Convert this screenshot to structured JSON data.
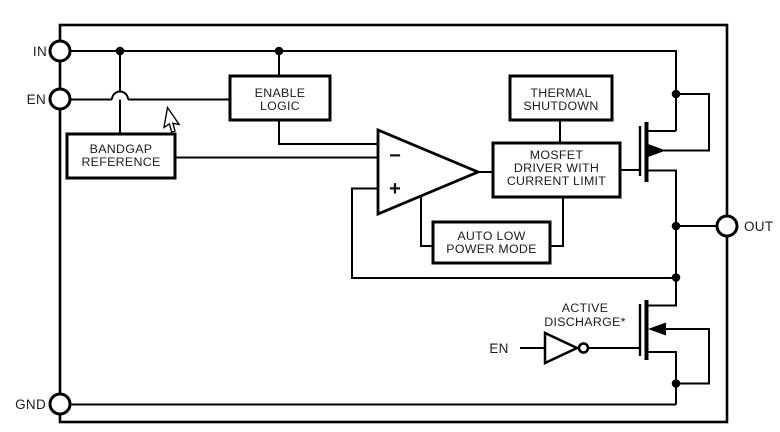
{
  "colors": {
    "line": "#000000",
    "text": "#1c1c1c",
    "background": "#ffffff"
  },
  "pins": {
    "in": "IN",
    "en": "EN",
    "gnd": "GND",
    "out": "OUT"
  },
  "blocks": {
    "enable_logic": {
      "line1": "ENABLE",
      "line2": "LOGIC"
    },
    "bandgap_reference": {
      "line1": "BANDGAP",
      "line2": "REFERENCE"
    },
    "thermal_shutdown": {
      "line1": "THERMAL",
      "line2": "SHUTDOWN"
    },
    "mosfet_driver": {
      "line1": "MOSFET",
      "line2": "DRIVER WITH",
      "line3": "CURRENT LIMIT"
    },
    "auto_low_power_mode": {
      "line1": "AUTO LOW",
      "line2": "POWER MODE"
    }
  },
  "error_amplifier": {
    "inverting_input": "−",
    "noninverting_input": "+"
  },
  "active_discharge": {
    "line1": "ACTIVE",
    "line2": "DISCHARGE*",
    "inverter_input_label": "EN"
  }
}
